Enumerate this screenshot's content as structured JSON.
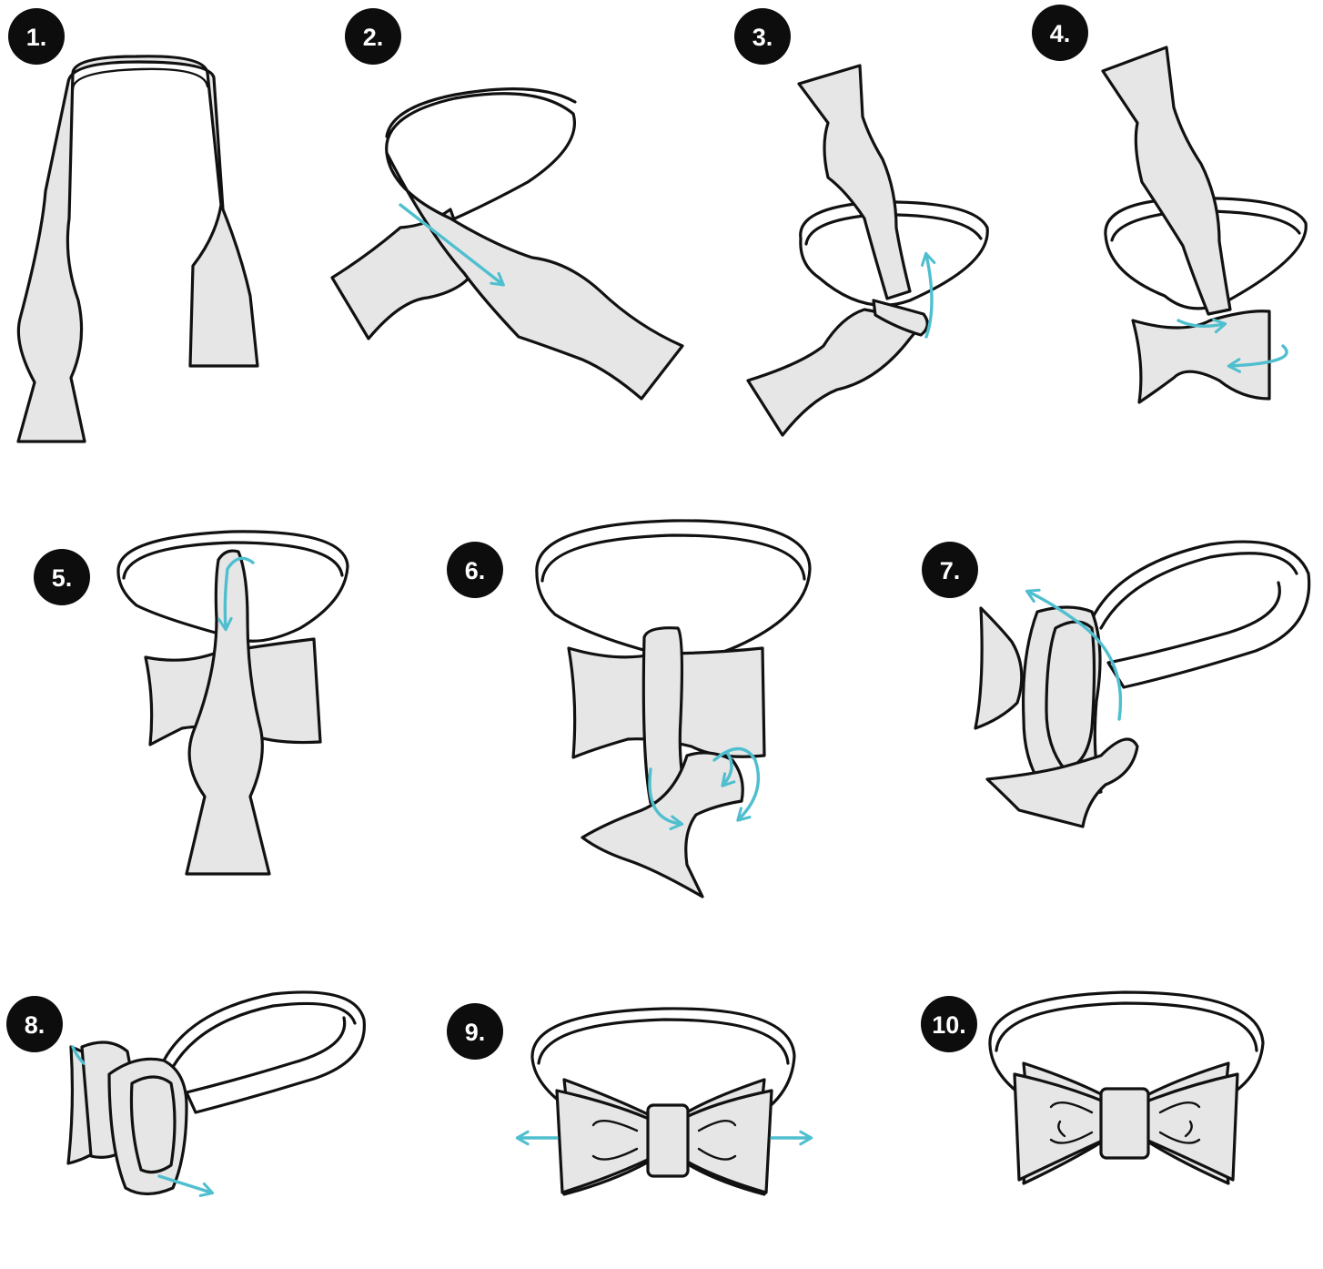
{
  "title": "",
  "accent_color": "#4fbfcf",
  "badge_color": "#0d0d0d",
  "tie_fill": "#e6e6e6",
  "outline_color": "#111111",
  "steps": [
    {
      "label": "1.",
      "description": "Untied self-tie bow tie draped around the neck"
    },
    {
      "label": "2.",
      "description": "Cross the longer end over the shorter end"
    },
    {
      "label": "3.",
      "description": "Bring the long end up and under the neckband"
    },
    {
      "label": "4.",
      "description": "Fold the short end into a bow shape"
    },
    {
      "label": "5.",
      "description": "Drop the long end down over the front of the bow"
    },
    {
      "label": "6.",
      "description": "Fold the long end and push it behind the bow"
    },
    {
      "label": "7.",
      "description": "Push the loop through the knot behind"
    },
    {
      "label": "8.",
      "description": "Pull the folded ends to tighten"
    },
    {
      "label": "9.",
      "description": "Adjust and straighten both sides"
    },
    {
      "label": "10.",
      "description": "Finished bow tie"
    }
  ]
}
